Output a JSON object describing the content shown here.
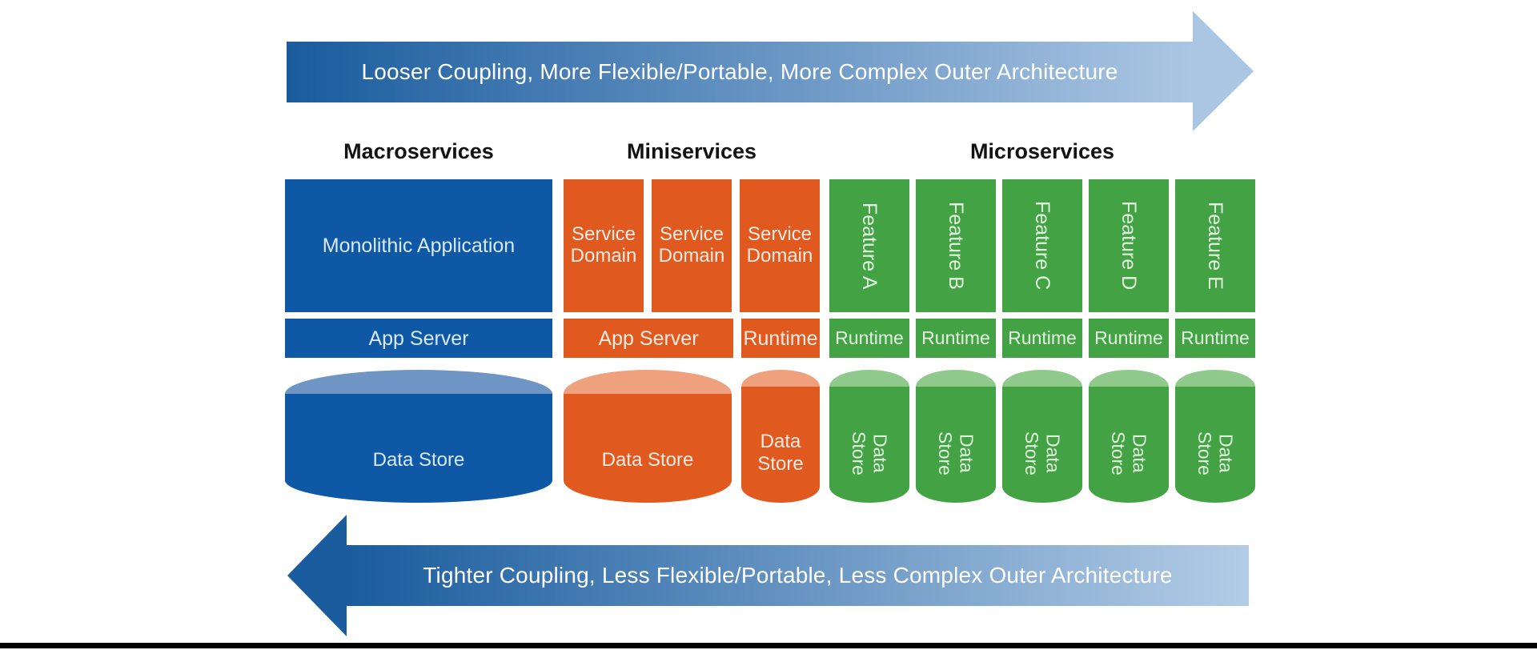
{
  "top_arrow": {
    "label": "Looser Coupling, More Flexible/Portable, More Complex Outer Architecture"
  },
  "bottom_arrow": {
    "label": "Tighter Coupling, Less Flexible/Portable, Less Complex Outer Architecture"
  },
  "colors": {
    "blue": "#0e58a5",
    "blue_light": "#6e95c3",
    "orange": "#e05a20",
    "orange_light": "#efa07c",
    "green": "#43a344",
    "green_light": "#8fca8c",
    "arrow_gradient_dark": "#1a5c9e",
    "arrow_gradient_light": "#abc6e3",
    "baseline": "#000000"
  },
  "macroservices": {
    "header": "Macroservices",
    "application": "Monolithic Application",
    "server": "App Server",
    "datastore": "Data Store"
  },
  "miniservices": {
    "header": "Miniservices",
    "service_domains": [
      "Service Domain",
      "Service Domain",
      "Service Domain"
    ],
    "server": "App Server",
    "runtime": "Runtime",
    "shared_datastore": "Data Store",
    "dedicated_datastore": "Data Store"
  },
  "microservices": {
    "header": "Microservices",
    "features": [
      {
        "name": "Feature A",
        "runtime": "Runtime",
        "datastore": "Data Store"
      },
      {
        "name": "Feature B",
        "runtime": "Runtime",
        "datastore": "Data Store"
      },
      {
        "name": "Feature C",
        "runtime": "Runtime",
        "datastore": "Data Store"
      },
      {
        "name": "Feature D",
        "runtime": "Runtime",
        "datastore": "Data Store"
      },
      {
        "name": "Feature E",
        "runtime": "Runtime",
        "datastore": "Data Store"
      }
    ]
  }
}
